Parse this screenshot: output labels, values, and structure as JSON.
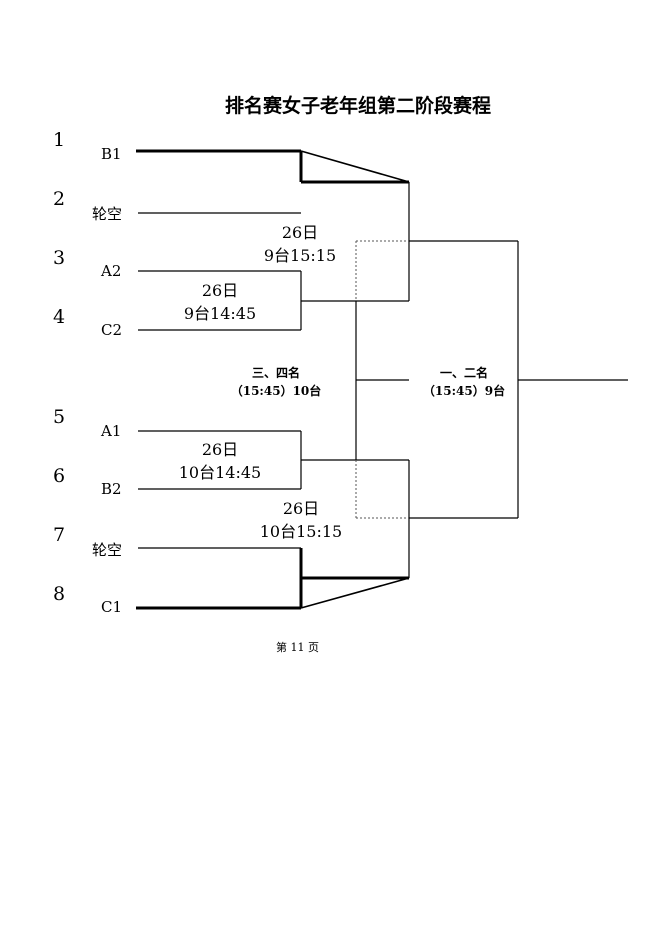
{
  "title": "排名赛女子老年组第二阶段赛程",
  "seeds": [
    "1",
    "2",
    "3",
    "4",
    "5",
    "6",
    "7",
    "8"
  ],
  "teams": [
    "B1",
    "轮空",
    "A2",
    "C2",
    "A1",
    "B2",
    "轮空",
    "C1"
  ],
  "matches": {
    "m34": {
      "date": "26日",
      "time": "9台14:45"
    },
    "m56": {
      "date": "26日",
      "time": "10台14:45"
    },
    "semi_top": {
      "date": "26日",
      "time": "9台15:15"
    },
    "semi_bottom": {
      "date": "26日",
      "time": "10台15:15"
    }
  },
  "finals": {
    "third_fourth": {
      "name": "三、四名",
      "time": "（15:45）10台"
    },
    "first_second": {
      "name": "一、二名",
      "time": "（15:45）9台"
    }
  },
  "footer": "第 11 页"
}
